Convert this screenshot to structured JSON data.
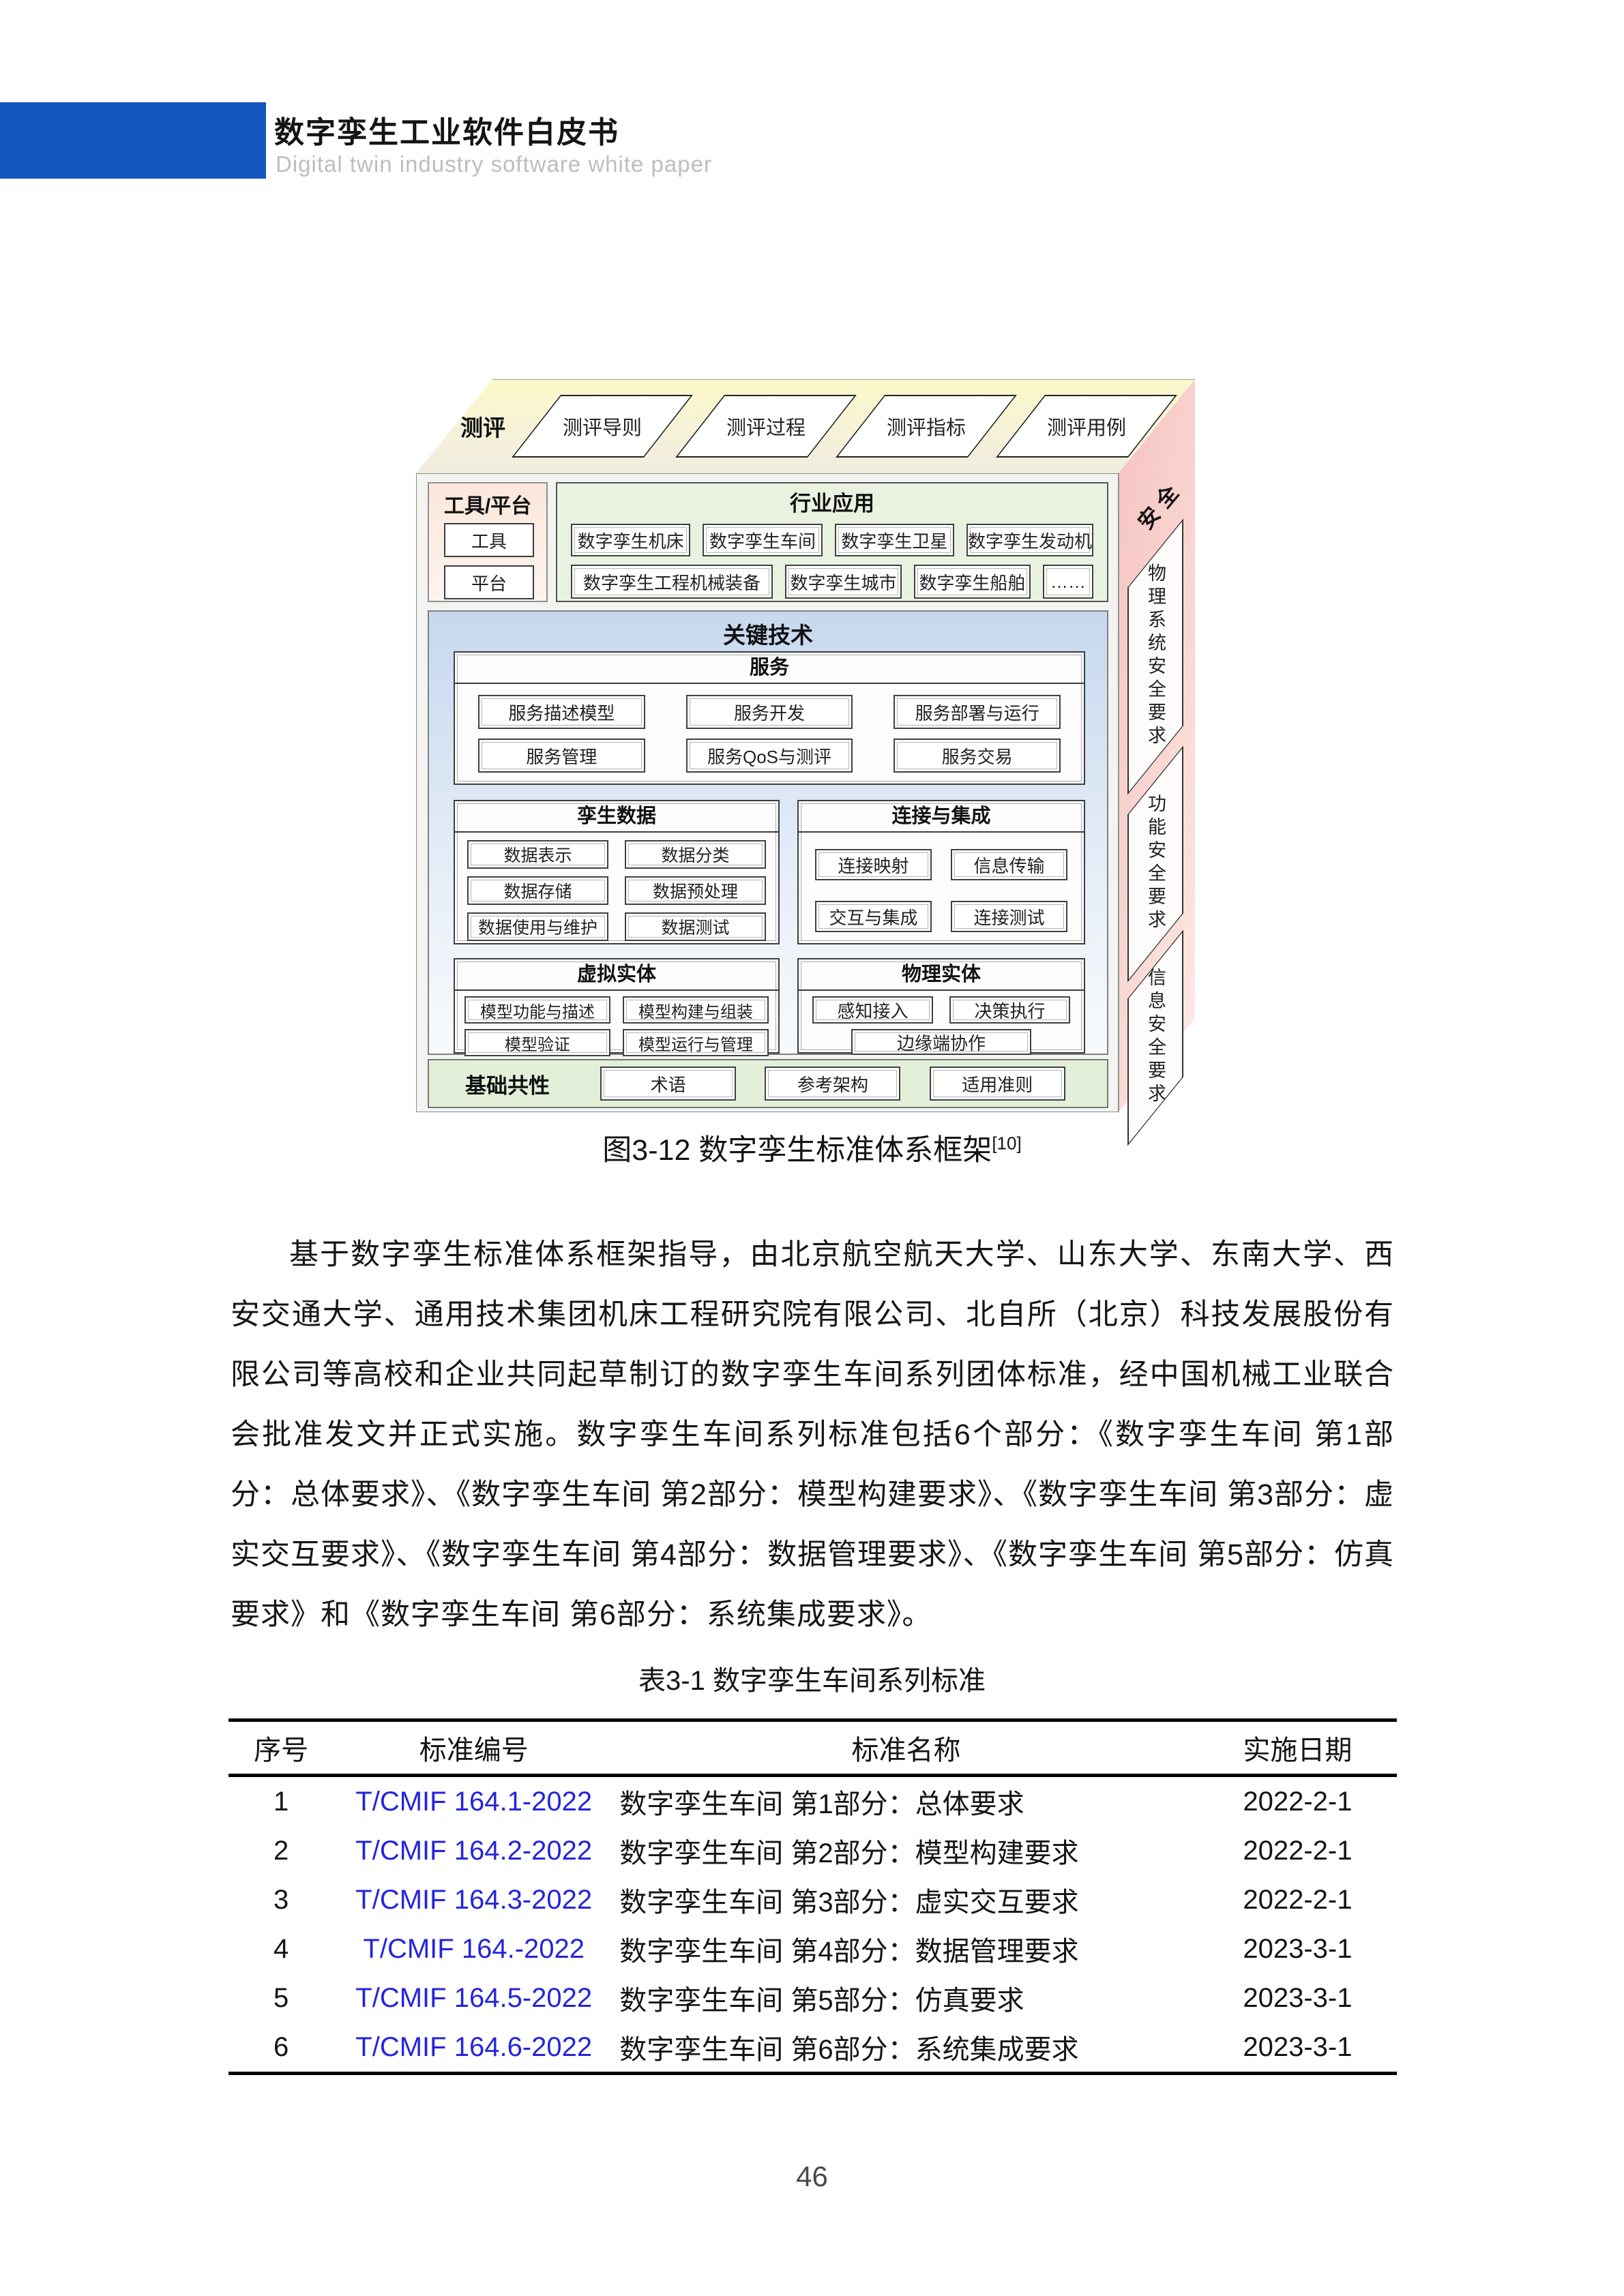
{
  "colors": {
    "accent_blue": "#1456be",
    "link_blue": "#2424dd"
  },
  "header": {
    "title": "数字孪生工业软件白皮书",
    "subtitle": "Digital twin industry software white paper"
  },
  "figure": {
    "caption": "图3-12 数字孪生标准体系框架",
    "caption_ref": "[10]",
    "top": {
      "label": "测评",
      "items": [
        "测评导则",
        "测评过程",
        "测评指标",
        "测评用例"
      ]
    },
    "side": {
      "label": "安全",
      "panels": [
        "物理系统安全要求",
        "功能安全要求",
        "信息安全要求"
      ]
    },
    "tools": {
      "title": "工具/平台",
      "items": [
        "工具",
        "平台"
      ]
    },
    "industry": {
      "title": "行业应用",
      "row1": [
        "数字孪生机床",
        "数字孪生车间",
        "数字孪生卫星",
        "数字孪生发动机"
      ],
      "row2": [
        "数字孪生工程机械装备",
        "数字孪生城市",
        "数字孪生船舶",
        "……"
      ]
    },
    "keytech": {
      "title": "关键技术",
      "service": {
        "title": "服务",
        "row1": [
          "服务描述模型",
          "服务开发",
          "服务部署与运行"
        ],
        "row2": [
          "服务管理",
          "服务QoS与测评",
          "服务交易"
        ]
      },
      "twindata": {
        "title": "孪生数据",
        "rows": [
          [
            "数据表示",
            "数据分类"
          ],
          [
            "数据存储",
            "数据预处理"
          ],
          [
            "数据使用与维护",
            "数据测试"
          ]
        ]
      },
      "connect": {
        "title": "连接与集成",
        "rows": [
          [
            "连接映射",
            "信息传输"
          ],
          [
            "交互与集成",
            "连接测试"
          ]
        ]
      },
      "virtual": {
        "title": "虚拟实体",
        "rows": [
          [
            "模型功能与描述",
            "模型构建与组装"
          ],
          [
            "模型验证",
            "模型运行与管理"
          ]
        ]
      },
      "physical": {
        "title": "物理实体",
        "row1": [
          "感知接入",
          "决策执行"
        ],
        "row2": "边缘端协作"
      }
    },
    "base": {
      "title": "基础共性",
      "items": [
        "术语",
        "参考架构",
        "适用准则"
      ]
    }
  },
  "paragraph": "基于数字孪生标准体系框架指导，由北京航空航天大学、山东大学、东南大学、西安交通大学、通用技术集团机床工程研究院有限公司、北自所（北京）科技发展股份有限公司等高校和企业共同起草制订的数字孪生车间系列团体标准，经中国机械工业联合会批准发文并正式实施。数字孪生车间系列标准包括6个部分：《数字孪生车间 第1部分：总体要求》、《数字孪生车间 第2部分：模型构建要求》、《数字孪生车间 第3部分：虚实交互要求》、《数字孪生车间 第4部分：数据管理要求》、《数字孪生车间 第5部分：仿真要求》和《数字孪生车间 第6部分：系统集成要求》。",
  "table": {
    "caption": "表3-1 数字孪生车间系列标准",
    "headers": [
      "序号",
      "标准编号",
      "标准名称",
      "实施日期"
    ],
    "rows": [
      [
        "1",
        "T/CMIF 164.1-2022",
        "数字孪生车间 第1部分：总体要求",
        "2022-2-1"
      ],
      [
        "2",
        "T/CMIF 164.2-2022",
        "数字孪生车间 第2部分：模型构建要求",
        "2022-2-1"
      ],
      [
        "3",
        "T/CMIF 164.3-2022",
        "数字孪生车间 第3部分：虚实交互要求",
        "2022-2-1"
      ],
      [
        "4",
        "T/CMIF 164.-2022",
        "数字孪生车间 第4部分：数据管理要求",
        "2023-3-1"
      ],
      [
        "5",
        "T/CMIF 164.5-2022",
        "数字孪生车间 第5部分：仿真要求",
        "2023-3-1"
      ],
      [
        "6",
        "T/CMIF 164.6-2022",
        "数字孪生车间 第6部分：系统集成要求",
        "2023-3-1"
      ]
    ]
  },
  "page_number": "46"
}
